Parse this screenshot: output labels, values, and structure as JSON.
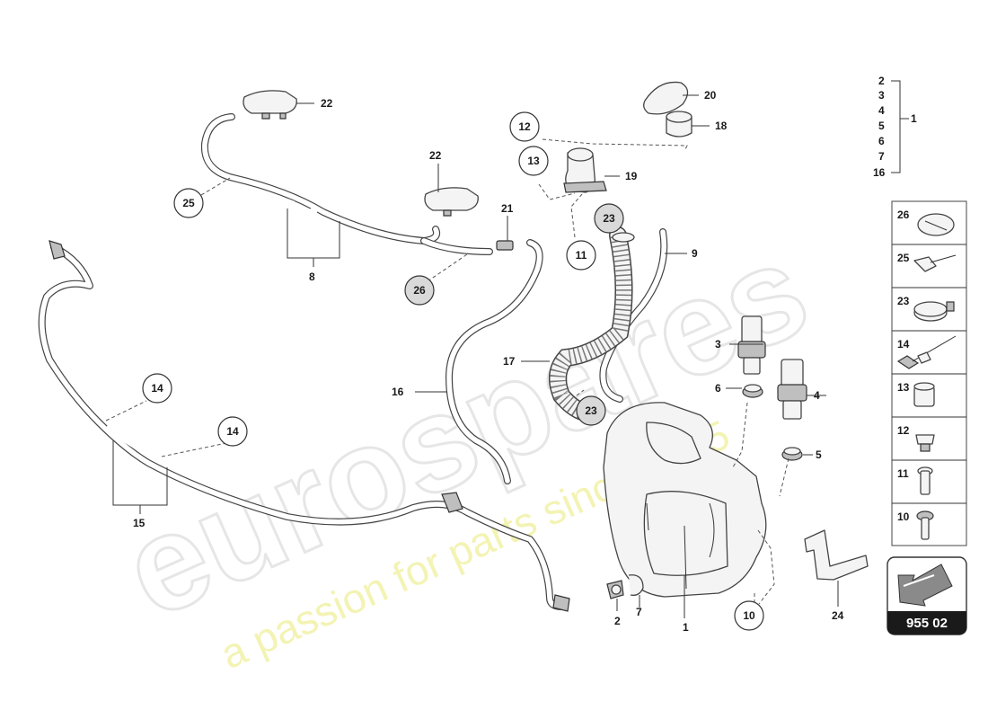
{
  "watermark": {
    "brand": "eurospares",
    "tagline": "a passion for parts since 1985"
  },
  "callouts": {
    "n1": "1",
    "n2": "2",
    "n3": "3",
    "n4": "4",
    "n5": "5",
    "n6": "6",
    "n7": "7",
    "n8": "8",
    "n9": "9",
    "n10": "10",
    "n11": "11",
    "n12": "12",
    "n13": "13",
    "n14a": "14",
    "n14b": "14",
    "n15": "15",
    "n16": "16",
    "n17": "17",
    "n18": "18",
    "n19": "19",
    "n20": "20",
    "n21": "21",
    "n22a": "22",
    "n22b": "22",
    "n23a": "23",
    "n23b": "23",
    "n24": "24",
    "n25": "25",
    "n26": "26"
  },
  "assembly_list": {
    "items": [
      "2",
      "3",
      "4",
      "5",
      "6",
      "7",
      "16"
    ],
    "parent": "1"
  },
  "side_panel": {
    "items": [
      "26",
      "25",
      "23",
      "14",
      "13",
      "12",
      "11",
      "10"
    ]
  },
  "reference": {
    "code": "955 02"
  },
  "colors": {
    "line": "#444444",
    "watermark_outline": "#e6e6e6",
    "watermark_tagline": "#efef9c",
    "reference_box_dark": "#1a1a1a"
  }
}
